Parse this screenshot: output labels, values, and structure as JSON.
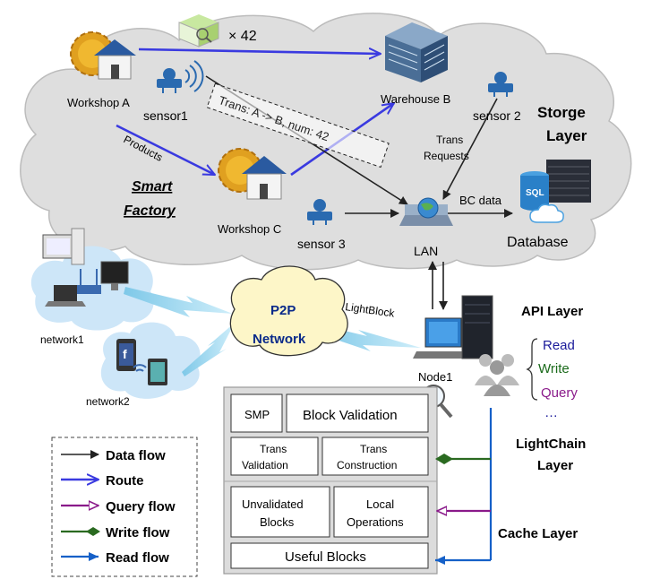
{
  "storage_cloud": {
    "workshop_a": "Workshop A",
    "workshop_c": "Workshop C",
    "warehouse_b": "Warehouse B",
    "sensor1": "sensor1",
    "sensor2": "sensor 2",
    "sensor3": "sensor 3",
    "lan": "LAN",
    "database": "Database",
    "sql": "SQL",
    "count": "× 42",
    "trans_label": "Trans:  A -> B, num: 42",
    "products_label": "Products",
    "smart_factory_line1": "Smart",
    "smart_factory_line2": "Factory",
    "trans_requests_line1": "Trans",
    "trans_requests_line2": "Requests",
    "bc_data": "BC data",
    "storage_layer_line1": "Storge",
    "storage_layer_line2": "Layer"
  },
  "p2p": {
    "line1": "P2P",
    "line2": "Network",
    "network1": "network1",
    "network2": "network2",
    "light_block": "LightBlock"
  },
  "node": {
    "label": "Node1",
    "api_layer": "API Layer",
    "api_read": "Read",
    "api_write": "Write",
    "api_query": "Query",
    "api_more": "…"
  },
  "lightchain": {
    "smp": "SMP",
    "block_validation": "Block Validation",
    "trans_validation_line1": "Trans",
    "trans_validation_line2": "Validation",
    "trans_construction_line1": "Trans",
    "trans_construction_line2": "Construction",
    "layer_line1": "LightChain",
    "layer_line2": "Layer"
  },
  "cache": {
    "unvalidated_line1": "Unvalidated",
    "unvalidated_line2": "Blocks",
    "local_ops_line1": "Local",
    "local_ops_line2": "Operations",
    "useful_blocks": "Useful Blocks",
    "layer": "Cache Layer"
  },
  "legend": {
    "data_flow": "Data flow",
    "route": "Route",
    "query_flow": "Query flow",
    "write_flow": "Write flow",
    "read_flow": "Read flow"
  },
  "colors": {
    "data": "#222222",
    "route": "#3a3ae0",
    "query": "#8a1a8a",
    "write": "#2a6a20",
    "read": "#1560c8",
    "cloud_fill": "#dedede",
    "read_text": "#1a1a9a",
    "write_text": "#1a6a1a",
    "query_text": "#8a1a8a"
  }
}
